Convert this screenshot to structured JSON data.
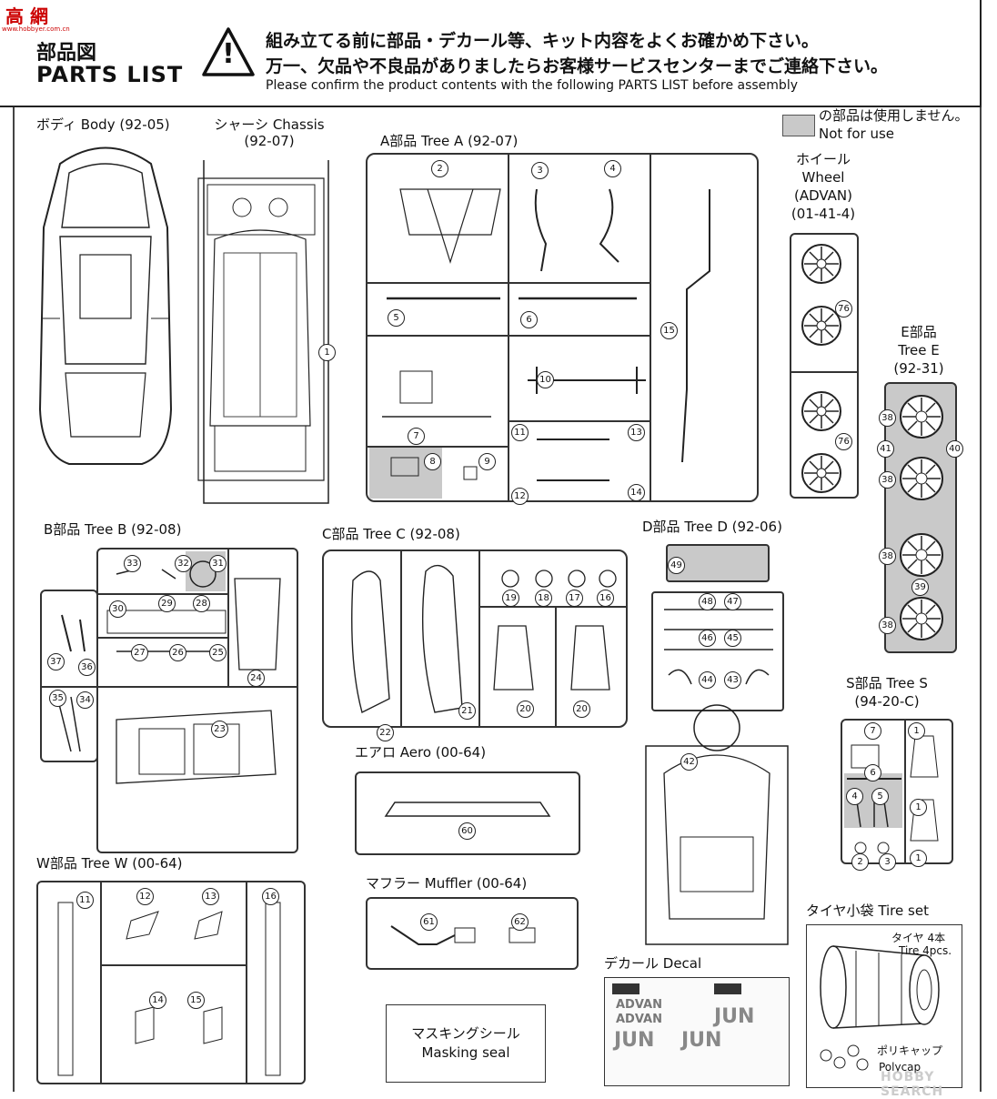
{
  "header": {
    "logo_chars": "高 網",
    "logo_url": "www.hobbyer.com.cn",
    "title_jp": "部品図",
    "title_en": "PARTS LIST",
    "warning_jp_1": "組み立てる前に部品・デカール等、キット内容をよくお確かめ下さい。",
    "warning_jp_2": "万一、欠品や不良品がありましたらお客様サービスセンターまでご連絡下さい。",
    "warning_en": "Please confirm the product contents with the following PARTS LIST before assembly",
    "warning_symbol": "!"
  },
  "legend": {
    "line1": "の部品は使用しません。",
    "line2": "Not for use",
    "swatch_color": "#c9c9c9"
  },
  "sections": {
    "body": {
      "label": "ボディ Body (92-05)"
    },
    "chassis": {
      "label1": "シャーシ Chassis",
      "label2": "(92-07)",
      "part": "1"
    },
    "tree_a": {
      "label": "A部品 Tree A (92-07)"
    },
    "wheel": {
      "label1": "ホイール",
      "label2": "Wheel",
      "label3": "(ADVAN)",
      "label4": "(01-41-4)",
      "part": "76"
    },
    "tree_e": {
      "label1": "E部品",
      "label2": "Tree E",
      "label3": "(92-31)"
    },
    "tree_b": {
      "label": "B部品 Tree B (92-08)"
    },
    "tree_c": {
      "label": "C部品 Tree C (92-08)"
    },
    "tree_d": {
      "label": "D部品 Tree D (92-06)"
    },
    "tree_s": {
      "label1": "S部品 Tree S",
      "label2": "(94-20-C)"
    },
    "aero": {
      "label": "エアロ Aero (00-64)",
      "part": "60"
    },
    "muffler": {
      "label": "マフラー Muffler (00-64)"
    },
    "tree_w": {
      "label": "W部品 Tree W (00-64)"
    },
    "tire": {
      "label": "タイヤ小袋 Tire set",
      "count_jp": "タイヤ 4本",
      "count_en": "Tire 4pcs.",
      "cap_jp": "ポリキャップ",
      "cap_en": "Polycap"
    },
    "decal": {
      "label": "デカール Decal",
      "texts": [
        "ADVAN",
        "ADVAN",
        "JUN",
        "JUN",
        "JUN"
      ]
    },
    "masking": {
      "label_jp": "マスキングシール",
      "label_en": "Masking seal"
    }
  },
  "parts": {
    "a": [
      "2",
      "3",
      "4",
      "5",
      "6",
      "7",
      "8",
      "9",
      "10",
      "11",
      "12",
      "13",
      "14",
      "15"
    ],
    "b": [
      "23",
      "24",
      "25",
      "26",
      "27",
      "28",
      "29",
      "30",
      "31",
      "32",
      "33",
      "34",
      "35",
      "36",
      "37"
    ],
    "c": [
      "16",
      "17",
      "18",
      "19",
      "20",
      "20",
      "21",
      "22"
    ],
    "d": [
      "42",
      "43",
      "44",
      "45",
      "46",
      "47",
      "48",
      "49"
    ],
    "e": [
      "38",
      "38",
      "38",
      "38",
      "39",
      "40",
      "41"
    ],
    "s": [
      "1",
      "1",
      "1",
      "2",
      "3",
      "4",
      "5",
      "6",
      "7"
    ],
    "w": [
      "11",
      "12",
      "13",
      "14",
      "15",
      "16"
    ],
    "muffler": [
      "61",
      "62"
    ]
  },
  "watermark": {
    "text": "HOBBY SEARCH"
  }
}
